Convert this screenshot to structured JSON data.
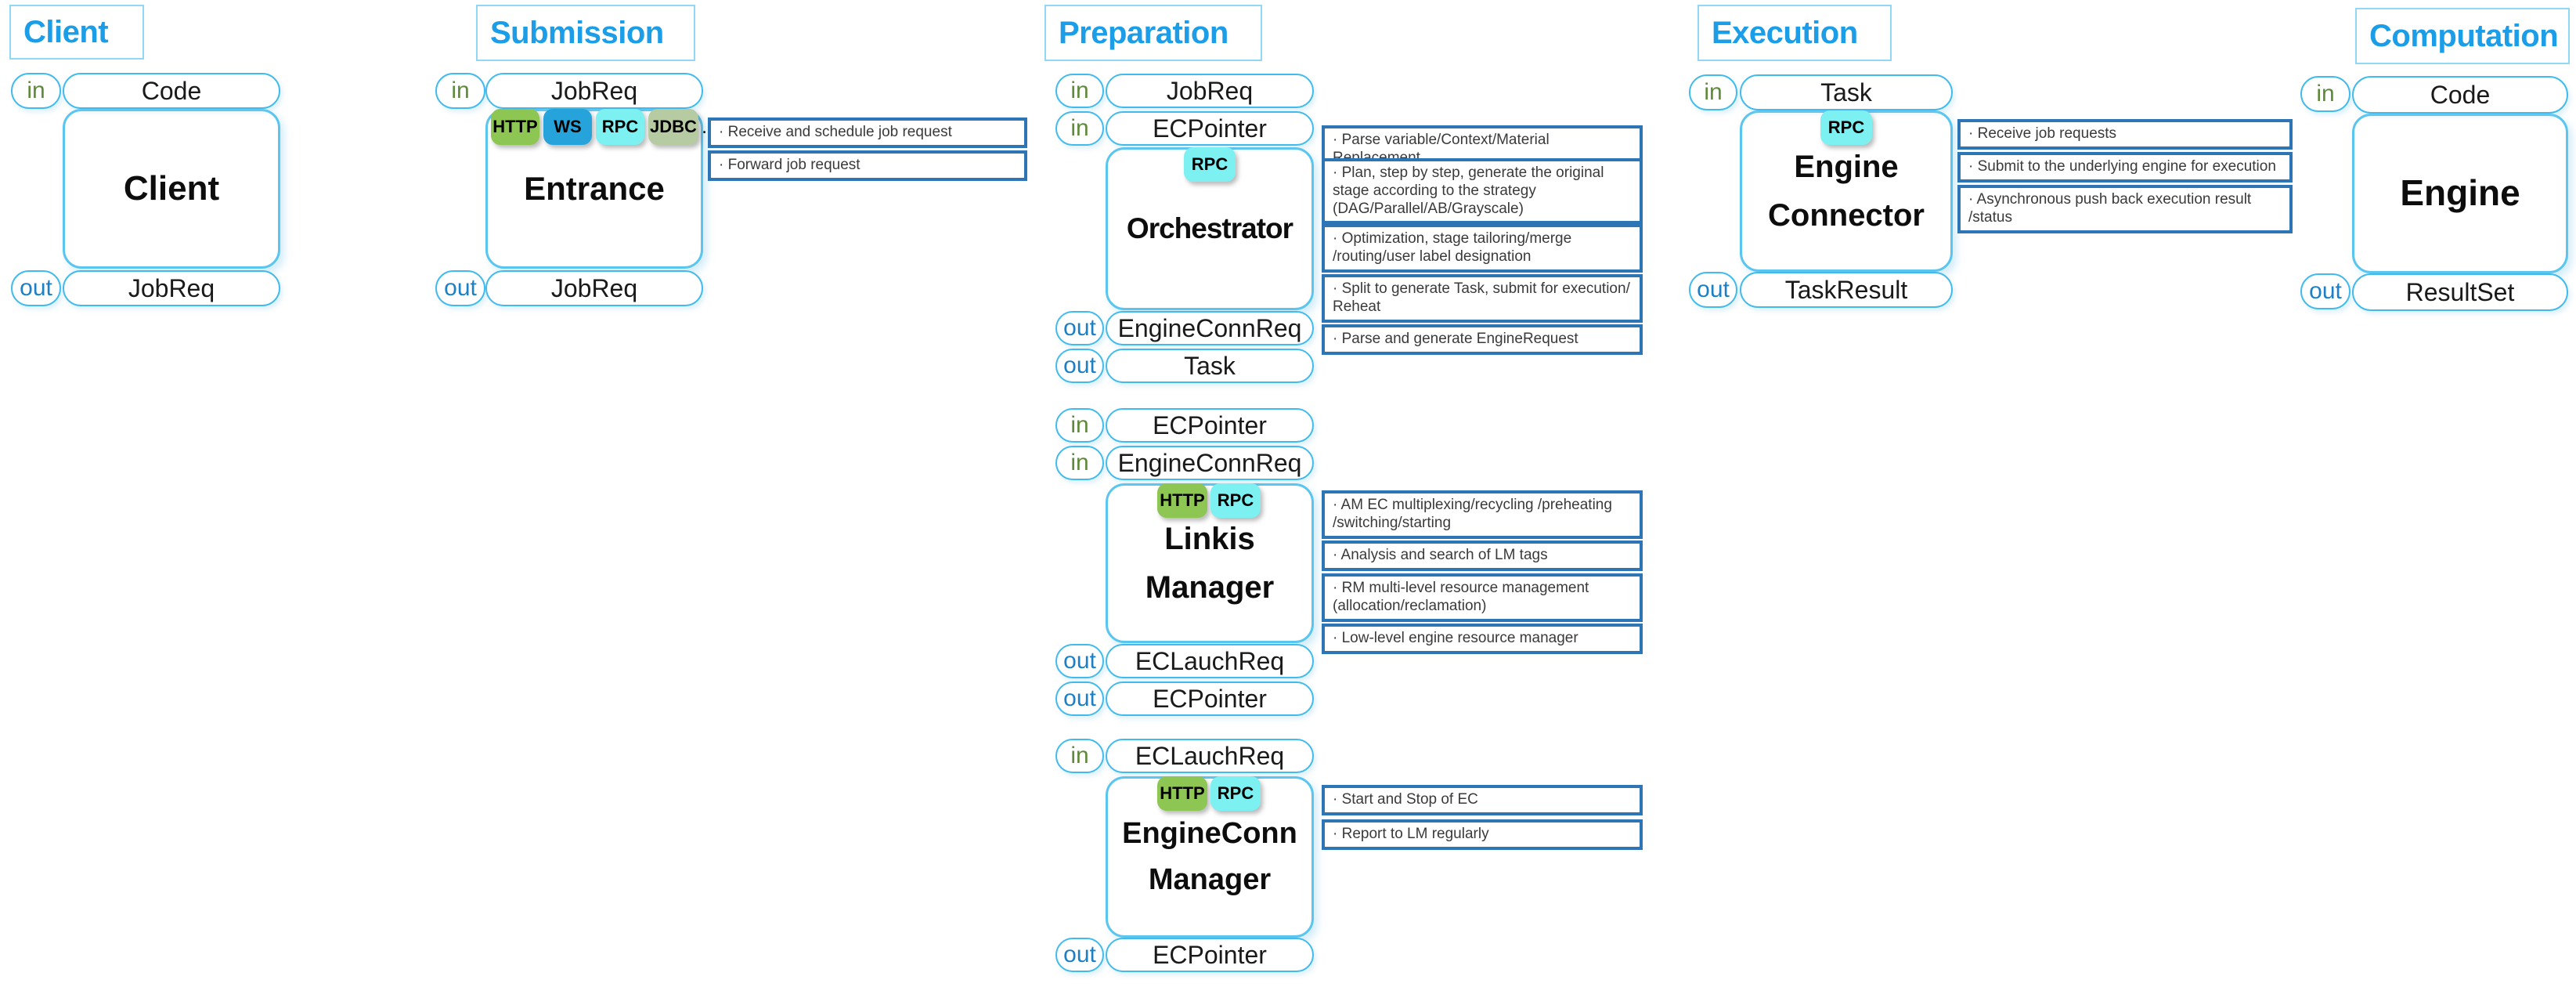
{
  "labels": {
    "in": "in",
    "out": "out"
  },
  "colors": {
    "header_text": "#1b9de8",
    "header_border": "#90d8f6",
    "shape_border": "#41bbee",
    "box_border": "#5ac6f0",
    "note_border": "#2e75b6",
    "in_text": "#5e8a3b",
    "out_text": "#1d7fc4",
    "title_text": "#0d0d0d",
    "note_text": "#3a3a3a",
    "tag_http": "#8dc652",
    "tag_ws": "#27a3dc",
    "tag_rpc": "#7df0f2",
    "tag_jdbc": "#b6cba1"
  },
  "client": {
    "header": "Client",
    "in": "Code",
    "title": "Client",
    "out": "JobReq"
  },
  "submission": {
    "header": "Submission",
    "in": "JobReq",
    "tags": [
      "HTTP",
      "WS",
      "RPC",
      "JDBC"
    ],
    "tags_more": ".",
    "title": "Entrance",
    "notes": [
      "· Receive and schedule job request",
      "· Forward job request"
    ],
    "out": "JobReq"
  },
  "preparation": {
    "header": "Preparation",
    "orchestrator": {
      "ins": [
        "JobReq",
        "ECPointer"
      ],
      "tags": [
        "RPC"
      ],
      "title": "Orchestrator",
      "notes": [
        "· Parse variable/Context/Material Replacement",
        "· Plan, step by step, generate the original stage according to the strategy (DAG/Parallel/AB/Grayscale)",
        "· Optimization, stage tailoring/merge /routing/user label designation",
        "· Split to generate Task, submit for execution/ Reheat",
        "· Parse and generate EngineRequest"
      ],
      "outs": [
        "EngineConnReq",
        "Task"
      ]
    },
    "linkis_manager": {
      "ins": [
        "ECPointer",
        "EngineConnReq"
      ],
      "tags": [
        "HTTP",
        "RPC"
      ],
      "title_line1": "Linkis",
      "title_line2": "Manager",
      "notes": [
        "· AM EC multiplexing/recycling /preheating /switching/starting",
        "· Analysis and search of LM tags",
        "· RM multi-level resource management (allocation/reclamation)",
        "· Low-level engine resource manager"
      ],
      "outs": [
        "ECLauchReq",
        "ECPointer"
      ]
    },
    "engineconn_manager": {
      "ins": [
        "ECLauchReq"
      ],
      "tags": [
        "HTTP",
        "RPC"
      ],
      "title_line1": "EngineConn",
      "title_line2": "Manager",
      "notes": [
        "· Start and Stop of EC",
        "· Report to LM regularly"
      ],
      "outs": [
        "ECPointer"
      ]
    }
  },
  "execution": {
    "header": "Execution",
    "in": "Task",
    "tags": [
      "RPC"
    ],
    "title_line1": "Engine",
    "title_line2": "Connector",
    "notes": [
      "· Receive job requests",
      "· Submit to the underlying engine for execution",
      "· Asynchronous push back execution result /status"
    ],
    "out": "TaskResult"
  },
  "computation": {
    "header": "Computation",
    "in": "Code",
    "title": "Engine",
    "out": "ResultSet"
  }
}
